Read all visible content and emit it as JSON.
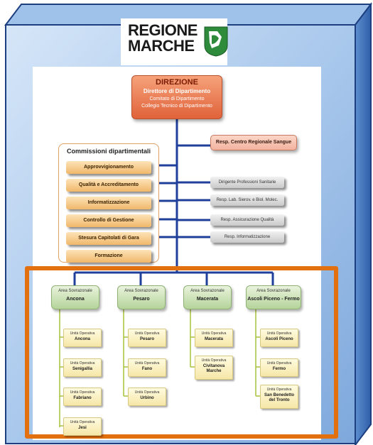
{
  "logo": {
    "line1": "REGIONE",
    "line2": "MARCHE"
  },
  "direzione": {
    "title": "DIREZIONE",
    "lines": [
      "Direttore di Dipartimento",
      "Comitato di Dipartimento",
      "Collegio Tecnico di Dipartimento"
    ]
  },
  "resp_sangue": "Resp. Centro Regionale Sangue",
  "commissioni": {
    "title": "Commissioni dipartimentali",
    "items": [
      "Approvvigionamento",
      "Qualità e Accreditamento",
      "Informatizzazione",
      "Controllo di Gestione",
      "Stesura Capitolati di Gara",
      "Formazione"
    ]
  },
  "staff": [
    "Dirigente Professioni Sanitarie",
    "Resp. Lab. Sierov. e Biol. Molec.",
    "Resp. Assicurazione Qualità",
    "Resp. Informatizzazione"
  ],
  "areas": [
    {
      "label": "Area Sovrazonale",
      "name": "Ancona",
      "units": [
        {
          "label": "Unità Operativa",
          "name": "Ancona"
        },
        {
          "label": "Unità Operativa",
          "name": "Senigallia"
        },
        {
          "label": "Unità Operativa",
          "name": "Fabriano"
        },
        {
          "label": "Unità Operativa",
          "name": "Jesi"
        }
      ]
    },
    {
      "label": "Area Sovrazonale",
      "name": "Pesaro",
      "units": [
        {
          "label": "Unità Operativa",
          "name": "Pesaro"
        },
        {
          "label": "Unità Operativa",
          "name": "Fano"
        },
        {
          "label": "Unità Operativa",
          "name": "Urbino"
        }
      ]
    },
    {
      "label": "Area Sovrazonale",
      "name": "Macerata",
      "units": [
        {
          "label": "Unità Operativa",
          "name": "Macerata"
        },
        {
          "label": "Unità Operativa",
          "name": "Civitanova Marche"
        }
      ]
    },
    {
      "label": "Area Sovrazonale",
      "name": "Ascoli Piceno - Fermo",
      "units": [
        {
          "label": "Unità Operativa",
          "name": "Ascoli Piceno"
        },
        {
          "label": "Unità Operativa",
          "name": "Fermo"
        },
        {
          "label": "Unità Operativa",
          "name": "San Benedetto del Tronto"
        }
      ]
    }
  ],
  "colors": {
    "connector": "#1f3f9a",
    "highlight": "#e3700f",
    "frame": "#3b6ab3"
  }
}
